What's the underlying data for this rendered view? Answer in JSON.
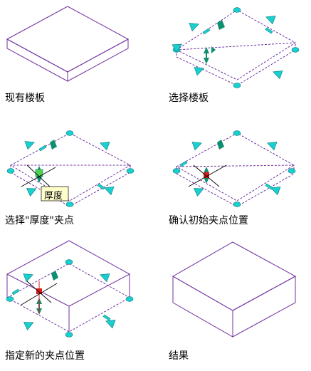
{
  "steps": [
    {
      "caption": "现有楼板"
    },
    {
      "caption": "选择楼板"
    },
    {
      "caption": "选择\"厚度\"夹点"
    },
    {
      "caption": "确认初始夹点位置"
    },
    {
      "caption": "指定新的夹点位置"
    },
    {
      "caption": "结果"
    }
  ],
  "tooltip": "厚度",
  "colors": {
    "slab_line": "#7030a0",
    "grip_fill": "#19d0d0",
    "grip_edge": "#067a7a",
    "selected_grip": "#dd1a1a",
    "crosshair": "#000000",
    "tooltip_bg": "#ffffcc"
  },
  "icons": [
    "edge-arrow-grip-icon",
    "dash-grip-icon",
    "corner-grip-icon",
    "thickness-grip-icon",
    "crosshair-icon"
  ]
}
